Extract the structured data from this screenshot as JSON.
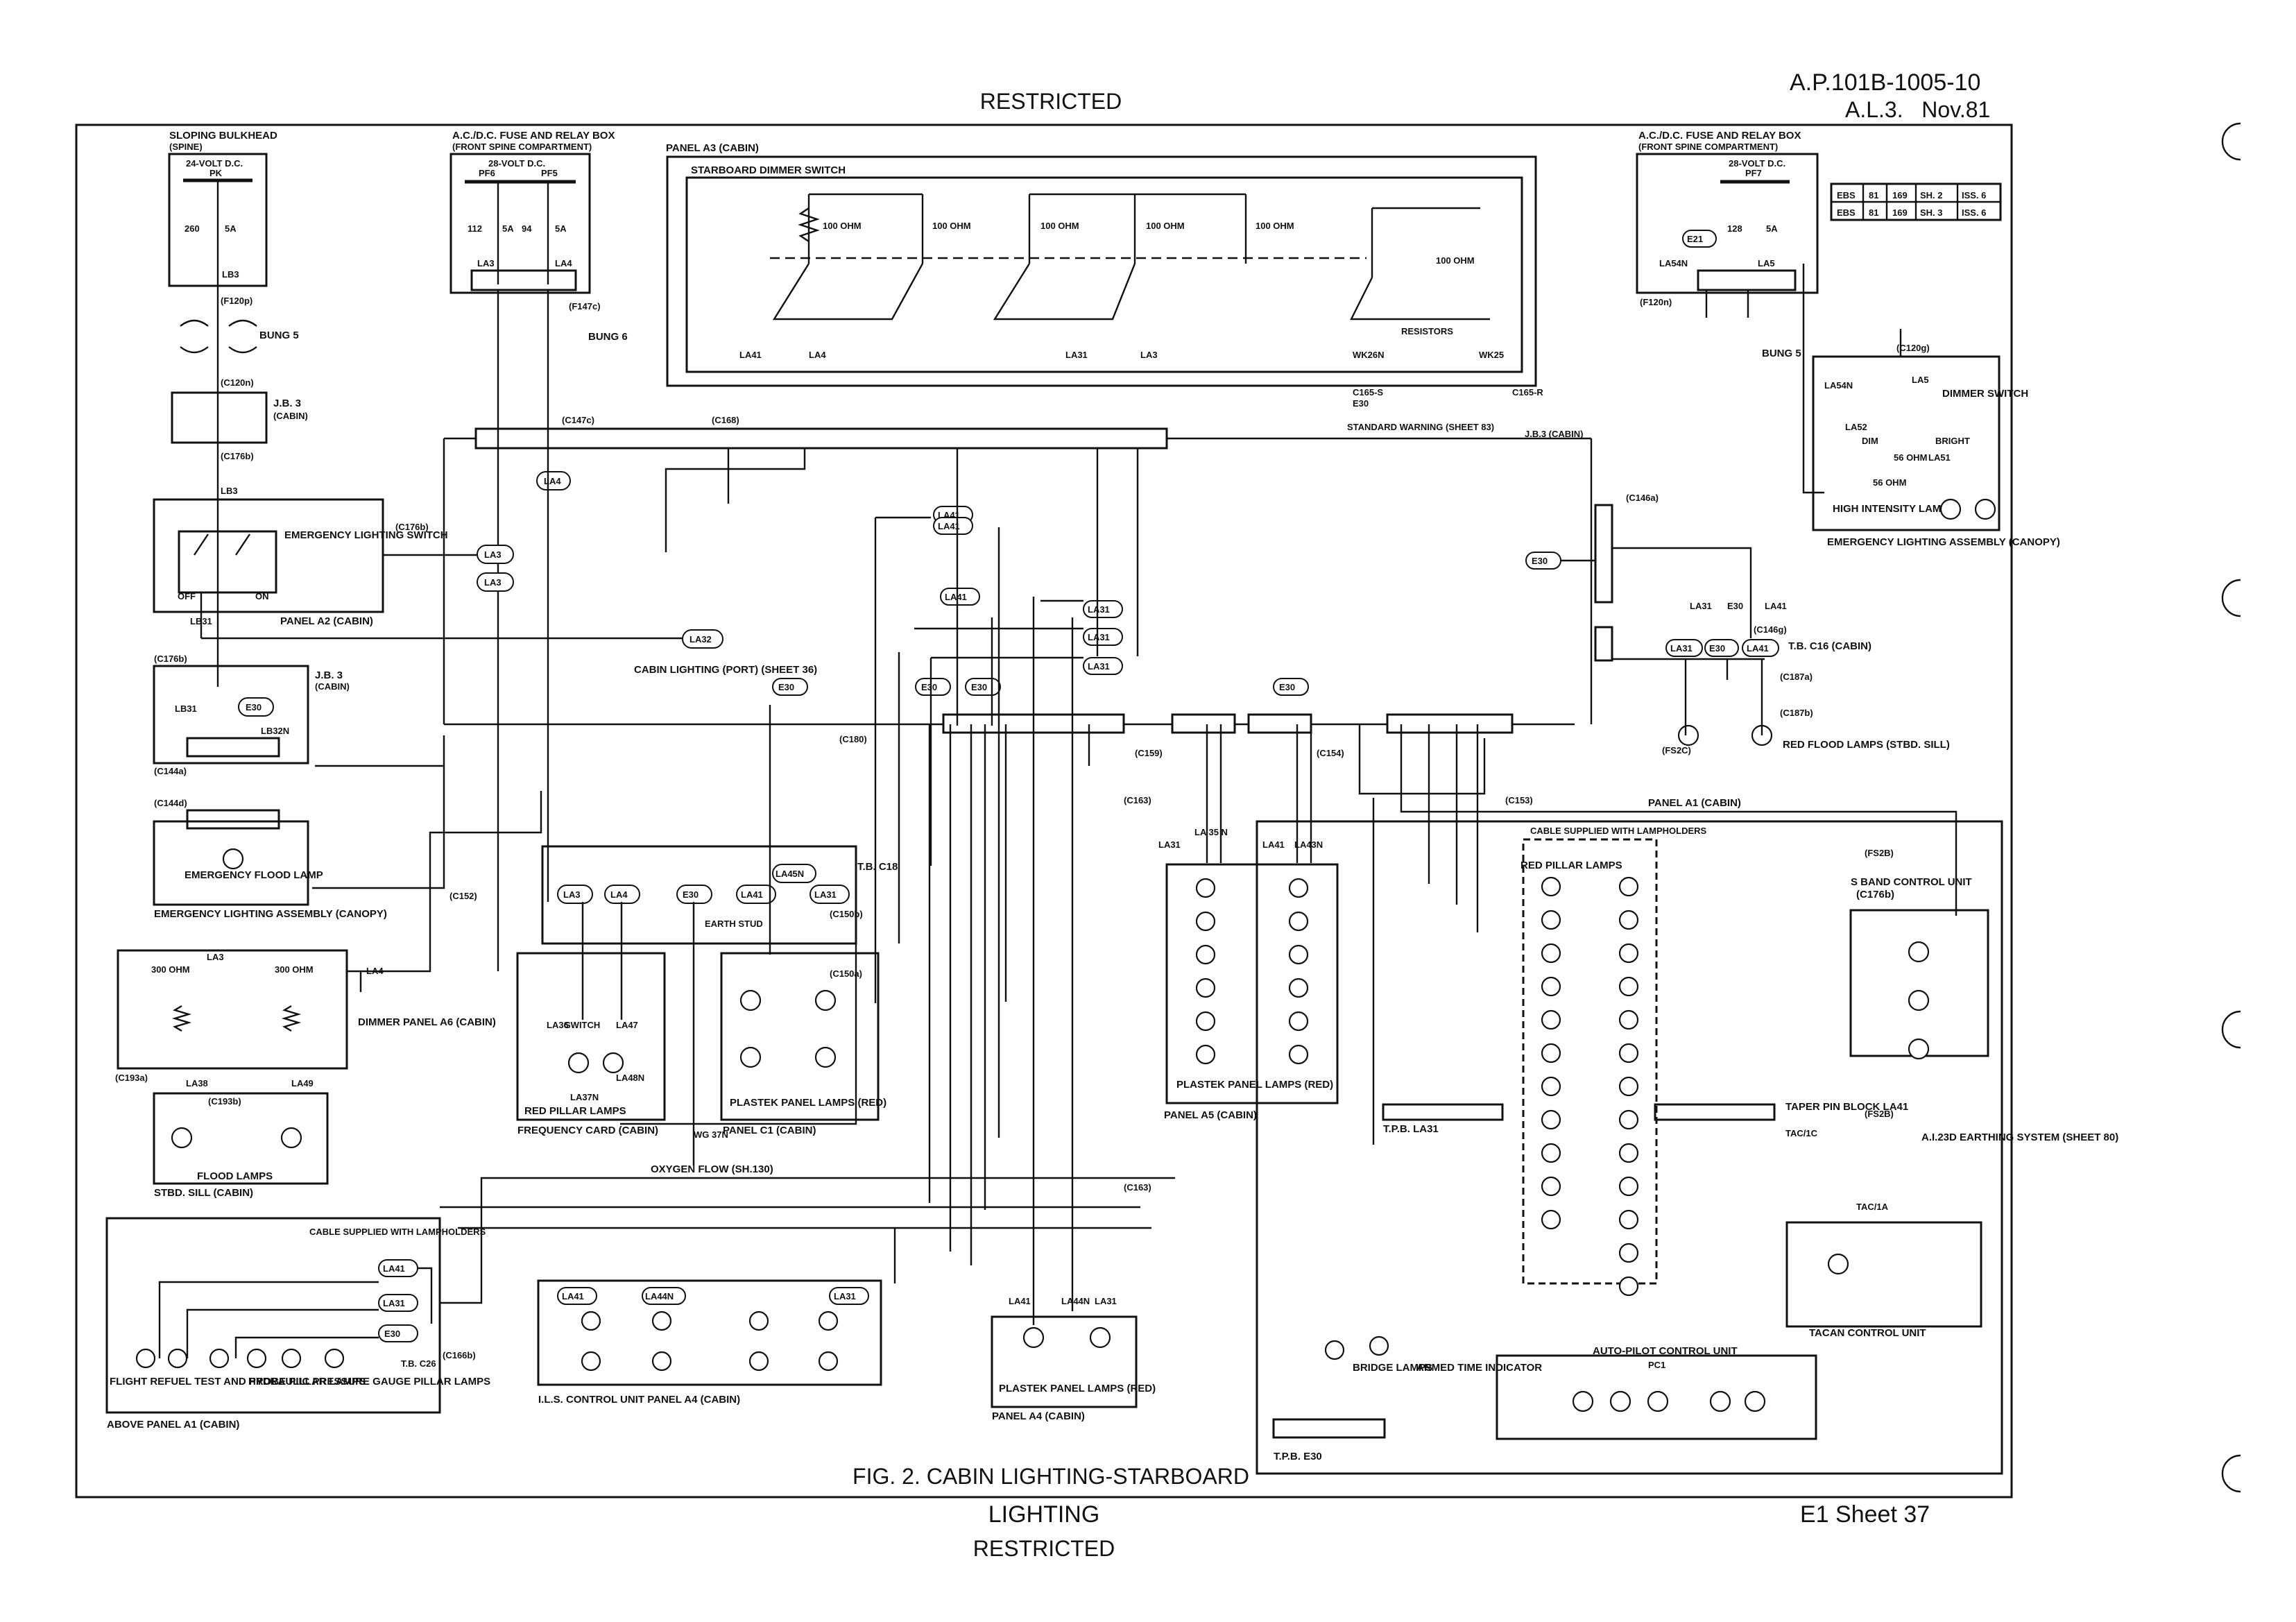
{
  "header": {
    "classification_top": "RESTRICTED",
    "doc_number": "A.P.101B-1005-10",
    "amendment": "A.L.3.   Nov.81"
  },
  "footer": {
    "figure_title": "FIG. 2. CABIN LIGHTING-STARBOARD",
    "section": "LIGHTING",
    "classification_bottom": "RESTRICTED",
    "sheet": "E1 Sheet 37"
  },
  "ref_table": {
    "rows": [
      [
        "EBS",
        "81",
        "169",
        "SH. 2",
        "ISS. 6"
      ],
      [
        "EBS",
        "81",
        "169",
        "SH. 3",
        "ISS. 6"
      ]
    ]
  },
  "labels": {
    "sloping_bulkhead": "SLOPING BULKHEAD",
    "spine": "(SPINE)",
    "v24": "24-VOLT D.C.",
    "pk": "PK",
    "f260": "260",
    "a5": "5A",
    "lb3": "LB3",
    "f120p": "(F120p)",
    "bung5": "BUNG 5",
    "c120n": "(C120n)",
    "jb3": "J.B. 3",
    "cabin": "(CABIN)",
    "c176b": "(C176b)",
    "fuse_box": "A.C./D.C. FUSE AND RELAY BOX",
    "front_spine": "(FRONT SPINE COMPARTMENT)",
    "v28": "28-VOLT D.C.",
    "pf6": "PF6",
    "pf5": "PF5",
    "f112": "112",
    "f94": "94",
    "la3": "LA3",
    "la4": "LA4",
    "f147c": "(F147c)",
    "bung6": "BUNG 6",
    "c147c": "(C147c)",
    "c168": "(C168)",
    "panel_a3": "PANEL A3 (CABIN)",
    "starboard_dimmer": "STARBOARD DIMMER SWITCH",
    "ohm100": "100 OHM",
    "resistors": "RESISTORS",
    "la41": "LA41",
    "la31": "LA31",
    "wk26n": "WK26N",
    "wk25": "WK25",
    "c165s": "C165-S",
    "e30": "E30",
    "c165r": "C165-R",
    "std_warning": "STANDARD WARNING (SHEET 83)",
    "jb3_cabin": "J.B.3 (CABIN)",
    "emergency_switch": "EMERGENCY LIGHTING SWITCH",
    "off": "OFF",
    "on": "ON",
    "lb31": "LB31",
    "panel_a2": "PANEL A2 (CABIN)",
    "la32": "LA32",
    "cabin_lighting_port": "CABIN LIGHTING (PORT) (SHEET 36)",
    "lb32n": "LB32N",
    "c144a": "(C144a)",
    "c144d": "(C144d)",
    "emergency_flood_lamp": "EMERGENCY FLOOD LAMP",
    "emergency_lighting_assembly": "EMERGENCY LIGHTING ASSEMBLY (CANOPY)",
    "c152": "(C152)",
    "c180": "(C180)",
    "c159": "(C159)",
    "c154": "(C154)",
    "c163": "(C163)",
    "c153": "(C153)",
    "ohm300": "300 OHM",
    "dimmer_panel_a6": "DIMMER PANEL A6 (CABIN)",
    "c193a": "(C193a)",
    "c193b": "(C193b)",
    "la38": "LA38",
    "la49": "LA49",
    "flood_lamps": "FLOOD LAMPS",
    "stbd_sill": "STBD. SILL (CABIN)",
    "tb_c18": "T.B. C18",
    "la45n": "LA45N",
    "la44n": "LA44N",
    "la43n": "LA43N",
    "la35n": "LA 35 N",
    "earth_stud": "EARTH STUD",
    "c150b": "(C150b)",
    "c150a": "(C150a)",
    "switch": "SWITCH",
    "la36": "LA36",
    "la47": "LA47",
    "la37n": "LA37N",
    "la48n": "LA48N",
    "red_pillar_lamps": "RED PILLAR LAMPS",
    "frequency_card": "FREQUENCY CARD (CABIN)",
    "plastek_red": "PLASTEK PANEL LAMPS (RED)",
    "panel_c1": "PANEL C1 (CABIN)",
    "wg37n": "WG 37N",
    "oxygen_flow": "OXYGEN FLOW (SH.130)",
    "panel_a5": "PANEL A5 (CABIN)",
    "cable_supplied": "CABLE SUPPLIED WITH LAMPHOLDERS",
    "tpb_la31": "T.P.B. LA31",
    "taper_pin_la41": "TAPER PIN BLOCK LA41",
    "tac1c": "TAC/1C",
    "tac1a": "TAC/1A",
    "tacan": "TACAN CONTROL UNIT",
    "s_band": "S BAND CONTROL UNIT",
    "fs2b": "(FS2B)",
    "fs2c": "(FS2C)",
    "ai23d": "A.I.23D EARTHING SYSTEM (SHEET 80)",
    "panel_a1": "PANEL A1 (CABIN)",
    "pf7": "PF7",
    "f128": "128",
    "e21": "E21",
    "la54n": "LA54N",
    "la5": "LA5",
    "f120n": "(F120n)",
    "c120g": "(C120g)",
    "dimmer_switch": "DIMMER SWITCH",
    "la52": "LA52",
    "la51": "LA51",
    "dim": "DIM",
    "bright": "BRIGHT",
    "ohm56": "56 OHM",
    "high_intensity": "HIGH INTENSITY LAMPS",
    "emergency_assembly_canopy": "EMERGENCY LIGHTING ASSEMBLY (CANOPY)",
    "c146a": "(C146a)",
    "c146g": "(C146g)",
    "tb_c16": "T.B. C16 (CABIN)",
    "c187a": "(C187a)",
    "c187b": "(C187b)",
    "red_flood": "RED FLOOD LAMPS (STBD. SILL)",
    "ils": "I.L.S. CONTROL UNIT PANEL A4 (CABIN)",
    "plastek_a4": "PLASTEK PANEL LAMPS (RED)",
    "panel_a4": "PANEL A4 (CABIN)",
    "above_panel_a1": "ABOVE PANEL A1 (CABIN)",
    "flight_refuel": "FLIGHT REFUEL TEST AND PROBE PILLAR LAMPS",
    "hydraulic": "HYDRAULIC PRESSURE GAUGE PILLAR LAMPS",
    "tb_c26": "T.B. C26",
    "c166b": "(C166b)",
    "c176b2": "(C176b)",
    "autopilot": "AUTO-PILOT CONTROL UNIT",
    "pc1": "PC1",
    "bridge_lamps": "BRIDGE LAMPS",
    "armed_time": "ARMED TIME INDICATOR",
    "tpb_e30": "T.P.B. E30",
    "plastek_a5": "PLASTEK PANEL LAMPS (RED)",
    "red_pillar_a1": "RED PILLAR LAMPS"
  }
}
